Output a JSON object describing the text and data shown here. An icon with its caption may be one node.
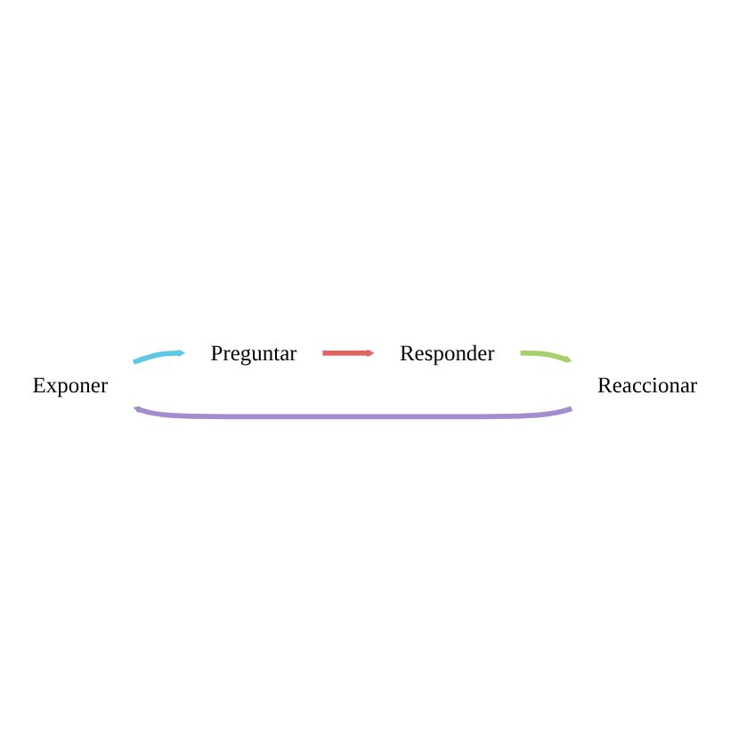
{
  "diagram": {
    "nodes": [
      {
        "text": [
          "Exponer"
        ]
      },
      {
        "text": [
          "Preguntar"
        ]
      },
      {
        "text": [
          "Responder"
        ]
      },
      {
        "text": [
          "Reaccionar"
        ]
      }
    ],
    "edges": [
      {
        "from": 0,
        "to": 1,
        "arrow": "to",
        "color": "#5ec8e4"
      },
      {
        "from": 1,
        "to": 2,
        "arrow": "to",
        "color": "#e06666"
      },
      {
        "from": 2,
        "to": 3,
        "arrow": "to",
        "color": "#a6d06a"
      },
      {
        "from": 3,
        "to": 0,
        "arrow": "to",
        "color": "#a48cd0"
      }
    ]
  }
}
